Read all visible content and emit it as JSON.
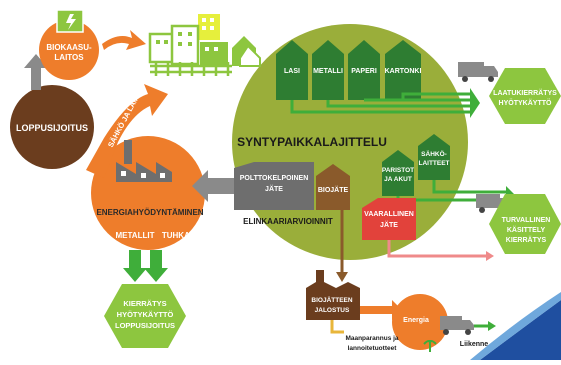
{
  "nodes": {
    "biokaasulaitos": [
      "BIOKAASU-",
      "LAITOS"
    ],
    "loppusijoitus": "LOPPUSIJOITUS",
    "sahko_lampo": "SÄHKÖ JA LÄMPÖ",
    "syntypaikka": "SYNTYPAIKKALAJITTELU",
    "lasi": "LASI",
    "metalli": "METALLI",
    "paperi": "PAPERI",
    "kartonki": "KARTONKI",
    "laatukierratys": [
      "LAATUKIERRÄTYS",
      "HYÖTYKÄYTTÖ"
    ],
    "paristot": [
      "PARISTOT",
      "JA AKUT"
    ],
    "sahkolaitteet": [
      "SÄHKÖ-",
      "LAITTEET"
    ],
    "polttokelpoinen": [
      "POLTTOKELPOINEN",
      "JÄTE"
    ],
    "biojate": "BIOJÄTE",
    "elinkaari": "ELINKAARIARVIOINNIT",
    "energiahyodyntaminen": "ENERGIAHYÖDYNTÄMINEN",
    "metallit": "METALLIT",
    "tuhkat": "TUHKAT",
    "kierratys_loppu": [
      "KIERRÄTYS",
      "HYÖTYKÄYTTÖ",
      "LOPPUSIJOITUS"
    ],
    "vaarallinen": [
      "VAARALLINEN",
      "JÄTE"
    ],
    "turvallinen": [
      "TURVALLINEN",
      "KÄSITTELY",
      "KIERRÄTYS"
    ],
    "biojatteen": [
      "BIOJÄTTEEN",
      "JALOSTUS"
    ],
    "energia": "Energia",
    "maanparannus": [
      "Maanparannus ja",
      "lannoitetuotteet"
    ],
    "liikenne": "Liikenne"
  },
  "colors": {
    "orange": "#ee7d2b",
    "green": "#3fae3a",
    "dark_green": "#2e7d32",
    "light_green_hex": "#8dc63f",
    "olive": "#9aae3a",
    "brown": "#6b3d1e",
    "grey": "#7d7d7d",
    "red": "#e2423b",
    "yellow": "#e6ef3c"
  }
}
